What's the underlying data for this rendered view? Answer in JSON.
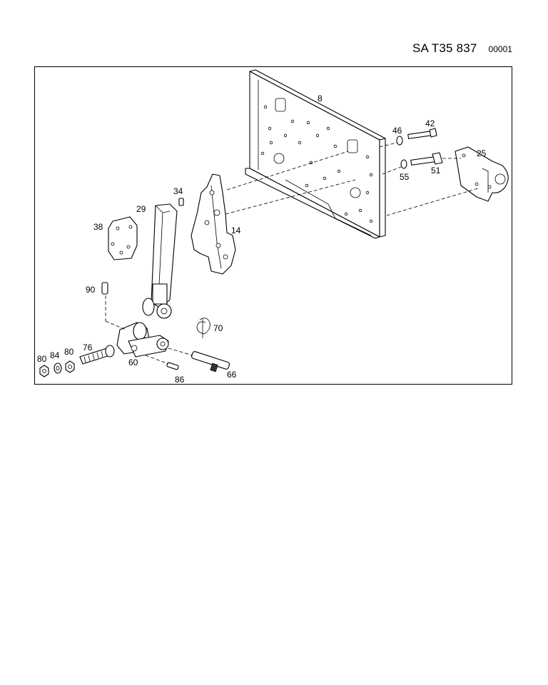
{
  "header": {
    "code": "SA T35 837",
    "sheet": "00001"
  },
  "diagram": {
    "callouts": [
      {
        "id": "c8",
        "text": "8"
      },
      {
        "id": "c46",
        "text": "46"
      },
      {
        "id": "c42",
        "text": "42"
      },
      {
        "id": "c25",
        "text": "25"
      },
      {
        "id": "c55",
        "text": "55"
      },
      {
        "id": "c51",
        "text": "51"
      },
      {
        "id": "c34",
        "text": "34"
      },
      {
        "id": "c29",
        "text": "29"
      },
      {
        "id": "c38",
        "text": "38"
      },
      {
        "id": "c14",
        "text": "14"
      },
      {
        "id": "c90",
        "text": "90"
      },
      {
        "id": "c70",
        "text": "70"
      },
      {
        "id": "c80a",
        "text": "80"
      },
      {
        "id": "c84",
        "text": "84"
      },
      {
        "id": "c80b",
        "text": "80"
      },
      {
        "id": "c76",
        "text": "76"
      },
      {
        "id": "c60",
        "text": "60"
      },
      {
        "id": "c86",
        "text": "86"
      },
      {
        "id": "c66",
        "text": "66"
      }
    ]
  }
}
